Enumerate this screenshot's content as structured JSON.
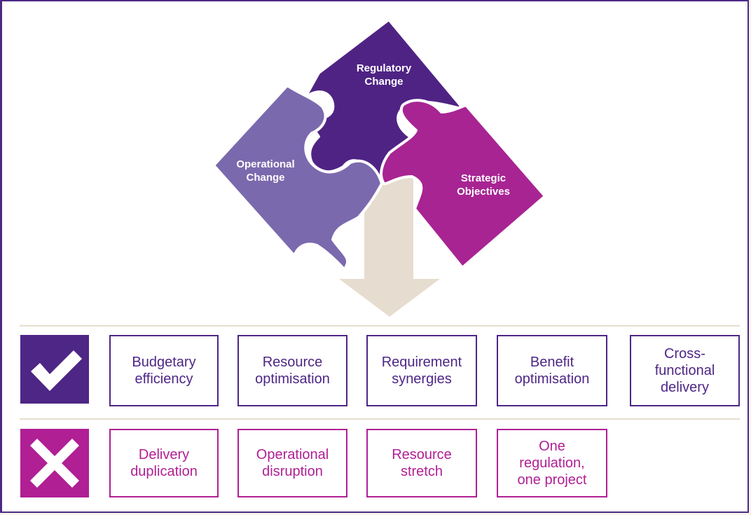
{
  "puzzle": {
    "pieces": [
      {
        "id": "regulatory",
        "label": "Regulatory\nChange",
        "color": "#4f2384"
      },
      {
        "id": "operational",
        "label": "Operational\nChange",
        "color": "#7b69ae"
      },
      {
        "id": "strategic",
        "label": "Strategic\nObjectives",
        "color": "#a82493"
      }
    ],
    "arrow_color": "#e6ddd0"
  },
  "benefits": {
    "icon": "check-icon",
    "color": "#4e2686",
    "items": [
      "Budgetary\nefficiency",
      "Resource\noptimisation",
      "Requirement\nsynergies",
      "Benefit\noptimisation",
      "Cross-\nfunctional\ndelivery"
    ]
  },
  "risks": {
    "icon": "cross-icon",
    "color": "#b01f94",
    "items": [
      "Delivery\nduplication",
      "Operational\ndisruption",
      "Resource\nstretch",
      "One\nregulation,\none project"
    ]
  }
}
